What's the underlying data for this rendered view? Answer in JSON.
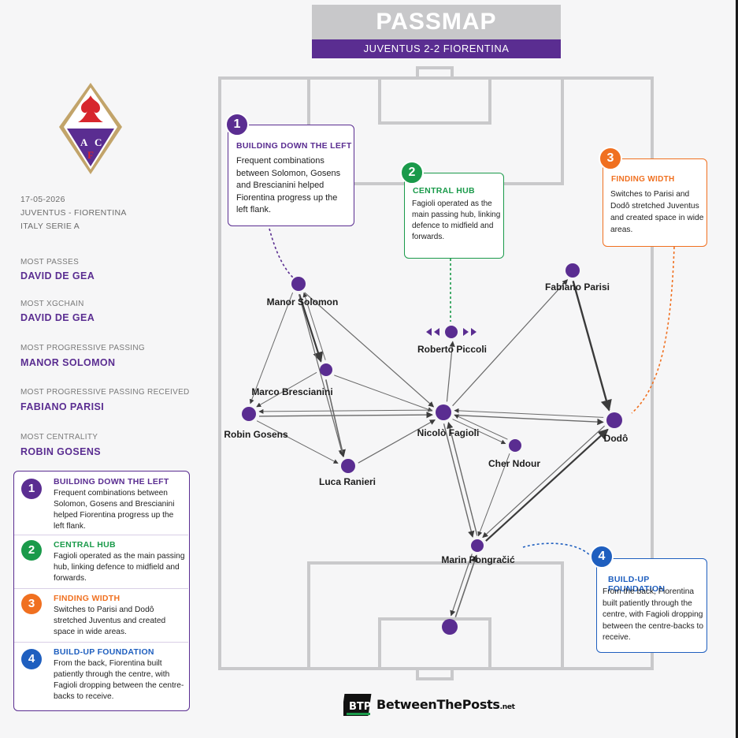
{
  "header": {
    "title": "PASSMAP",
    "subtitle": "JUVENTUS  2-2  FIORENTINA"
  },
  "club": {
    "crest_letters": [
      "A",
      "C",
      "F"
    ]
  },
  "match": {
    "date": "17-05-2026",
    "fixture": "JUVENTUS - FIORENTINA",
    "competition": "ITALY SERIE A"
  },
  "stats": [
    {
      "label": "MOST PASSES",
      "value": "DAVID DE GEA"
    },
    {
      "label": "MOST XGCHAIN",
      "value": "DAVID DE GEA"
    },
    {
      "label": "MOST PROGRESSIVE PASSING",
      "value": "MANOR SOLOMON"
    },
    {
      "label": "MOST PROGRESSIVE PASSING RECEIVED",
      "value": "FABIANO PARISI"
    },
    {
      "label": "MOST CENTRALITY",
      "value": "ROBIN GOSENS"
    }
  ],
  "legend": [
    {
      "num": "1",
      "title": "BUILDING DOWN THE LEFT",
      "text": "Frequent combinations between Solomon, Gosens and Brescianini helped Fiorentina progress up the left flank.",
      "color": "#5a2d91"
    },
    {
      "num": "2",
      "title": "CENTRAL HUB",
      "text": "Fagioli operated as the main passing hub, linking defence to midfield and forwards.",
      "color": "#1a9a4a"
    },
    {
      "num": "3",
      "title": "FINDING WIDTH",
      "text": "Switches to Parisi and Dodô stretched Juventus and created space in wide areas.",
      "color": "#f07020"
    },
    {
      "num": "4",
      "title": "BUILD-UP FOUNDATION",
      "text": "From the back, Fiorentina built patiently through the centre, with Fagioli dropping between the centre-backs to receive.",
      "color": "#1f5fbf"
    }
  ],
  "callouts": {
    "c1": {
      "num": "1",
      "title": "BUILDING DOWN THE LEFT",
      "text": "Frequent combinations between Solomon, Gosens and Brescianini helped Fiorentina progress up the left flank."
    },
    "c2": {
      "num": "2",
      "title": "CENTRAL HUB",
      "text": "Fagioli operated as the main passing hub, linking defence to midfield and forwards."
    },
    "c3": {
      "num": "3",
      "title": "FINDING WIDTH",
      "text": "Switches to Parisi and Dodô stretched Juventus and created space in wide areas."
    },
    "c4": {
      "num": "4",
      "title": "BUILD-UP FOUNDATION",
      "text": "From the back, Fiorentina built patiently through the centre, with Fagioli dropping between the centre-backs to receive."
    }
  },
  "players": [
    {
      "id": "solomon",
      "name": "Manor Solomon"
    },
    {
      "id": "piccoli",
      "name": "Roberto Piccoli"
    },
    {
      "id": "parisi",
      "name": "Fabiano Parisi"
    },
    {
      "id": "brescianini",
      "name": "Marco Brescianini"
    },
    {
      "id": "gosens",
      "name": "Robin Gosens"
    },
    {
      "id": "fagioli",
      "name": "Nicolò Fagioli"
    },
    {
      "id": "ndour",
      "name": "Cher Ndour"
    },
    {
      "id": "dodo",
      "name": "Dodô"
    },
    {
      "id": "ranieri",
      "name": "Luca Ranieri"
    },
    {
      "id": "pongracic",
      "name": "Marin Pongračić"
    },
    {
      "id": "gk",
      "name": ""
    }
  ],
  "colors": {
    "purple": "#5a2d91",
    "green": "#1a9a4a",
    "orange": "#f07020",
    "blue": "#1f5fbf",
    "pitch_line": "#c9c9cb"
  },
  "brand": {
    "logo_text": "BTP",
    "name": "BetweenThePosts",
    "suffix": ".net"
  }
}
